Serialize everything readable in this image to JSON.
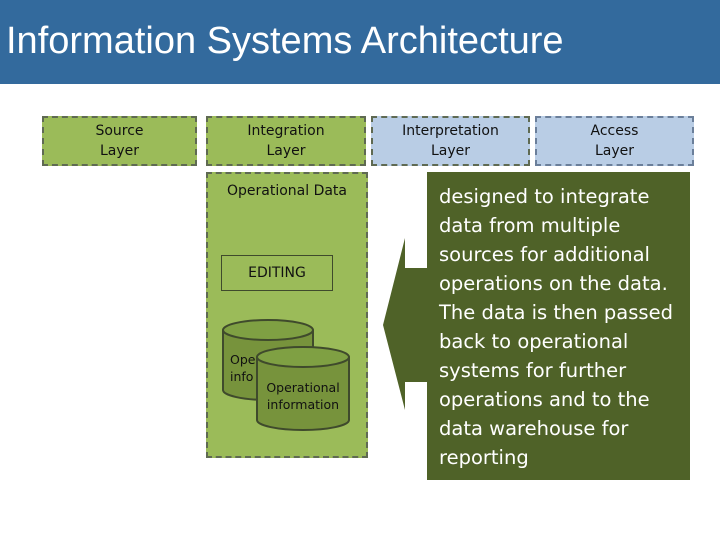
{
  "title": "Information Systems Architecture",
  "layers": {
    "source": {
      "line1": "Source",
      "line2": "Layer"
    },
    "integration": {
      "line1": "Integration",
      "line2": "Layer"
    },
    "interpretation": {
      "line1": "Interpretation",
      "line2": "Layer"
    },
    "access": {
      "line1": "Access",
      "line2": "Layer"
    }
  },
  "operational": {
    "heading": "Operational Data",
    "editing": "EDITING",
    "cylinder_back": {
      "line1": "Ope",
      "line2": "info"
    },
    "cylinder_front": {
      "line1": "Operational",
      "line2": "information"
    }
  },
  "description": "designed to integrate data from multiple sources for additional operations on the data. The data is then passed back to operational systems for further operations and to the data warehouse for reporting",
  "colors": {
    "title_bar": "#336a9d",
    "green_layer": "#9bbb59",
    "blue_layer": "#b9cde5",
    "dark_green": "#4f6228",
    "cylinder": "#77933c"
  }
}
